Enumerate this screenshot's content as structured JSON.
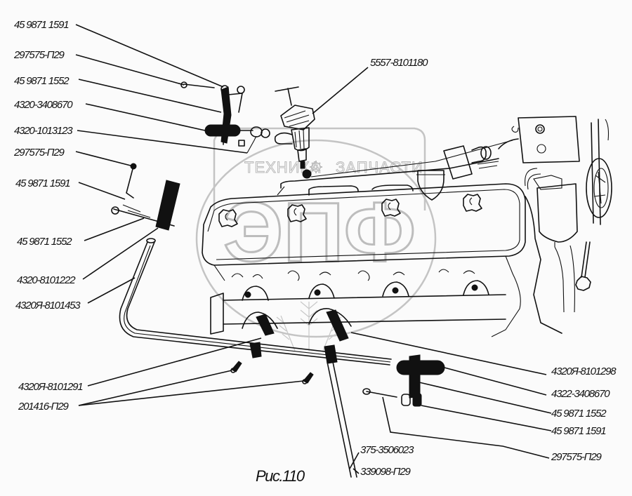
{
  "figure": {
    "caption": "Рис.110",
    "watermark": {
      "left_word": "ТЕХНИКА",
      "right_word": "ЗАПЧАСТИ",
      "logo": "ЭПФ",
      "gear_icon": "gear-icon"
    }
  },
  "labels": {
    "left": [
      "45 9871 1591",
      "297575-П29",
      "45 9871 1552",
      "4320-3408670",
      "4320-1013123",
      "297575-П29",
      "45 9871 1591",
      "45 9871 1552",
      "4320-8101222",
      "4320Я-8101453",
      "4320Я-8101291",
      "201416-П29"
    ],
    "top": "5557-8101180",
    "right": [
      "4320Я-8101298",
      "4322-3408670",
      "45 9871 1552",
      "45 9871 1591",
      "297575-П29"
    ],
    "bottom": [
      "375-3506023",
      "339098-П29"
    ]
  }
}
